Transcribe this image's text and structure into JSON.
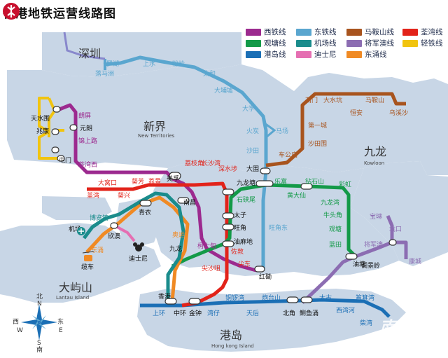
{
  "title": "香港地铁运营线路图",
  "legend": [
    {
      "name": "西铁线",
      "color": "#9c2a8f"
    },
    {
      "name": "东铁线",
      "color": "#5aa6cf"
    },
    {
      "name": "马鞍山线",
      "color": "#a8541e"
    },
    {
      "name": "荃湾线",
      "color": "#e2231a"
    },
    {
      "name": "观塘线",
      "color": "#139a48"
    },
    {
      "name": "机场线",
      "color": "#1a8c8c"
    },
    {
      "name": "将军澳线",
      "color": "#8c6db2"
    },
    {
      "name": "轻铁线",
      "color": "#f1c40f"
    },
    {
      "name": "港岛线",
      "color": "#1b6fb5"
    },
    {
      "name": "迪士尼",
      "color": "#e56fb2"
    },
    {
      "name": "东涌线",
      "color": "#f08a24"
    }
  ],
  "regions": {
    "shenzhen": "深圳",
    "new_territories": "新界",
    "new_territories_en": "New Territories",
    "kowloon": "九龙",
    "kowloon_en": "Kowloon",
    "lantau": "大屿山",
    "lantau_en": "Lantau Island",
    "hk_island": "港岛",
    "hk_island_en": "Hong kong Island"
  },
  "compass": {
    "n": "北",
    "n_en": "N",
    "s": "南",
    "s_en": "S",
    "e": "东",
    "e_en": "E",
    "w": "西",
    "w_en": "W"
  },
  "watermark": "南方+",
  "stations": {
    "luohu": "罗湖",
    "lmc": "落马洲",
    "shangshui": "上水",
    "fanling": "粉岭",
    "taiwo": "太和",
    "taipo": "大埔墟",
    "university": "大学",
    "fotan": "火炭",
    "racecourse": "马场",
    "shatin": "沙田",
    "taiwai": "大围",
    "kowloontong": "九龙塘",
    "shimen": "石门",
    "taishuihang": "大水坑",
    "maonshan": "马鞍山",
    "diyicheng": "第一城",
    "hengan": "恒安",
    "wuxisha": "乌溪沙",
    "shatinwai": "沙田围",
    "chegongmiao": "车公庙",
    "tinshuiwai": "天水围",
    "langping": "朗屏",
    "yuanlang": "元朗",
    "zhaokang": "兆康",
    "jinshanglu": "锦上路",
    "tuenmun": "屯门",
    "tsuenwanwest": "荃湾西",
    "meifoo": "美孚",
    "namcheong": "南昌",
    "austin": "柯士甸",
    "eastTST": "尖东",
    "dawoukou": "大窝口",
    "tsuenwan": "荃湾",
    "kwaifong": "葵芳",
    "kwaihing": "葵兴",
    "laiking": "荔景",
    "lck": "荔枝角",
    "csw": "长沙湾",
    "ssp": "深水埗",
    "princeedward": "太子",
    "mongkok": "旺角",
    "yaumatei": "油麻地",
    "jordan": "佐敦",
    "tst": "尖沙咀",
    "shekkipmei": "石硖尾",
    "lokfu": "乐富",
    "wongtaisin": "黄大仙",
    "diamondhill": "钻石山",
    "choihung": "彩虹",
    "kowloonbay": "九龙湾",
    "ngautaukok": "牛头角",
    "kwuntong": "观塘",
    "lamtin": "蓝田",
    "mongkokeast": "旺角东",
    "homantin": "何文田",
    "yautong": "油塘",
    "tiukengleng": "调景岭",
    "tko": "将军澳",
    "pohlam": "宝琳",
    "hanghau": "坑口",
    "lohaspark": "康城",
    "tsingyi": "青衣",
    "sunnybay": "欣澳",
    "airport": "机场",
    "expo": "博览馆",
    "tungchung": "东涌",
    "cable": "缆车",
    "disney": "迪士尼",
    "olympic": "奥运",
    "kowloon": "九龙",
    "hongkong": "香港",
    "hunghom": "红磡",
    "sheungwan": "上环",
    "central": "中环",
    "admiralty": "金钟",
    "wanchai": "湾仔",
    "causeway": "铜锣湾",
    "tinhau": "天后",
    "fortresshill": "炮台山",
    "northpoint": "北角",
    "quarrybay": "鲗鱼涌",
    "taikoo": "太古",
    "saiwanho": "西湾河",
    "shaukeiwan": "筲箕湾",
    "chaiwan": "柴湾"
  }
}
